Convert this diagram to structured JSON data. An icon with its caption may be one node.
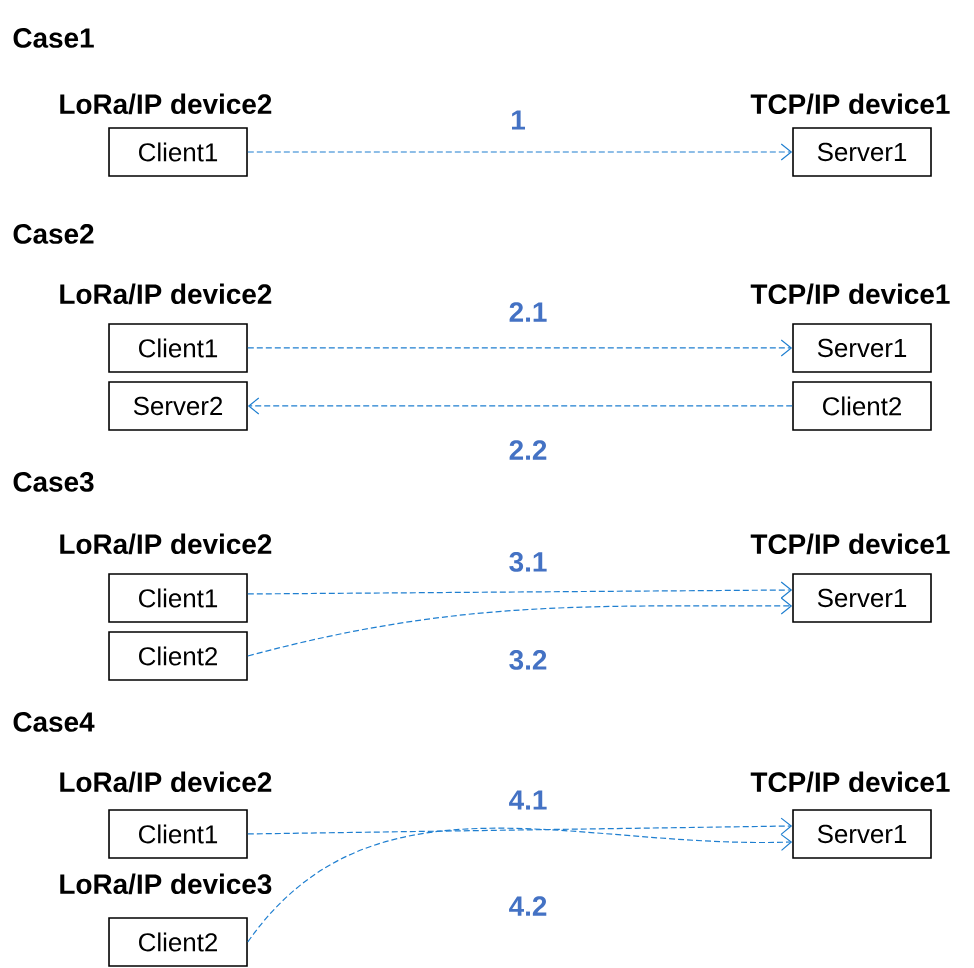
{
  "diagram": {
    "nodes": [
      {
        "text": [
          "Client1"
        ]
      },
      {
        "text": [
          "Server1"
        ]
      },
      {
        "text": [
          "Client1"
        ]
      },
      {
        "text": [
          "Server1"
        ]
      },
      {
        "text": [
          "Server2"
        ]
      },
      {
        "text": [
          "Client2"
        ]
      },
      {
        "text": [
          "Client1"
        ]
      },
      {
        "text": [
          "Client2"
        ]
      },
      {
        "text": [
          "Server1"
        ]
      },
      {
        "text": [
          "Client1"
        ]
      },
      {
        "text": [
          "Client2"
        ]
      },
      {
        "text": [
          "Server1"
        ]
      }
    ],
    "edges": [
      {
        "from": 0,
        "to": 1,
        "arrow": "to",
        "label": "1",
        "style": "dashed"
      },
      {
        "from": 2,
        "to": 3,
        "arrow": "to",
        "label": "2.1",
        "style": "dashed"
      },
      {
        "from": 5,
        "to": 4,
        "arrow": "to",
        "label": "2.2",
        "style": "dashed"
      },
      {
        "from": 6,
        "to": 8,
        "arrow": "to",
        "label": "3.1",
        "style": "dashed"
      },
      {
        "from": 7,
        "to": 8,
        "arrow": "to",
        "label": "3.2",
        "style": "dashed"
      },
      {
        "from": 9,
        "to": 11,
        "arrow": "to",
        "label": "4.1",
        "style": "dashed"
      },
      {
        "from": 10,
        "to": 11,
        "arrow": "to",
        "label": "4.2",
        "style": "dashed"
      }
    ],
    "labels": [
      "Case1",
      "LoRa/IP device2",
      "TCP/IP device1",
      "Case2",
      "LoRa/IP device2",
      "TCP/IP device1",
      "Case3",
      "LoRa/IP device2",
      "TCP/IP device1",
      "Case4",
      "LoRa/IP device2",
      "TCP/IP device1",
      "LoRa/IP device3"
    ]
  }
}
